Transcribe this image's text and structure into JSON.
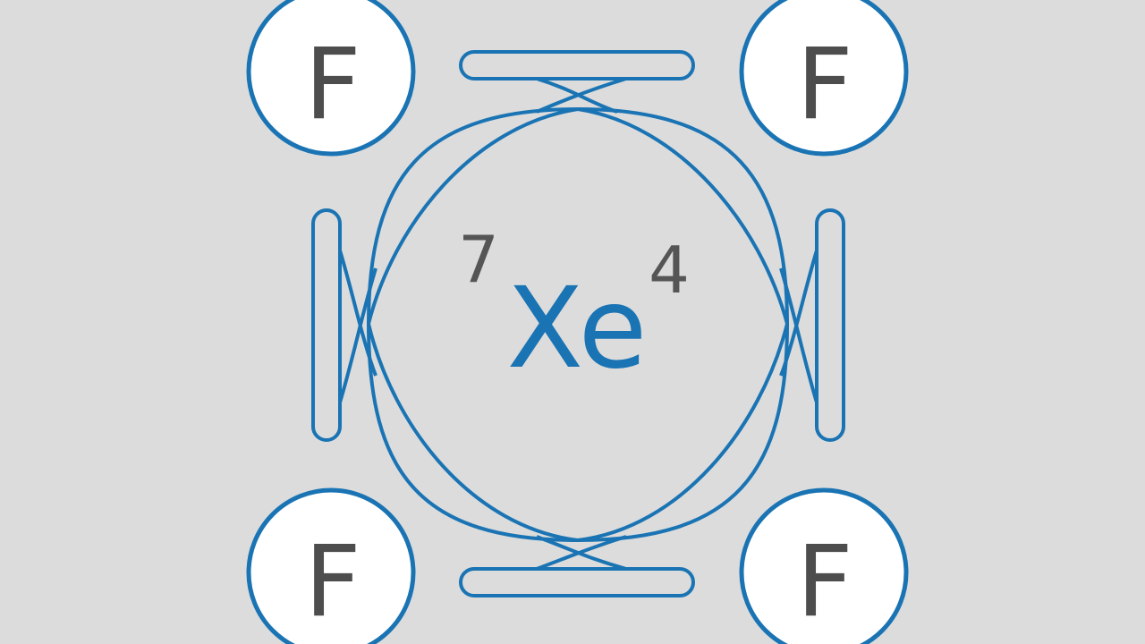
{
  "diagram": {
    "central_atom": {
      "symbol": "Xe",
      "left_superscript": "7",
      "right_superscript": "4"
    },
    "outer_atoms": [
      {
        "symbol": "F"
      },
      {
        "symbol": "F"
      },
      {
        "symbol": "F"
      },
      {
        "symbol": "F"
      }
    ],
    "colors": {
      "background": "#dcdcdc",
      "bond": "#1a74b4",
      "atom_fill": "#ffffff",
      "text_gray": "#4d4d4d"
    }
  }
}
